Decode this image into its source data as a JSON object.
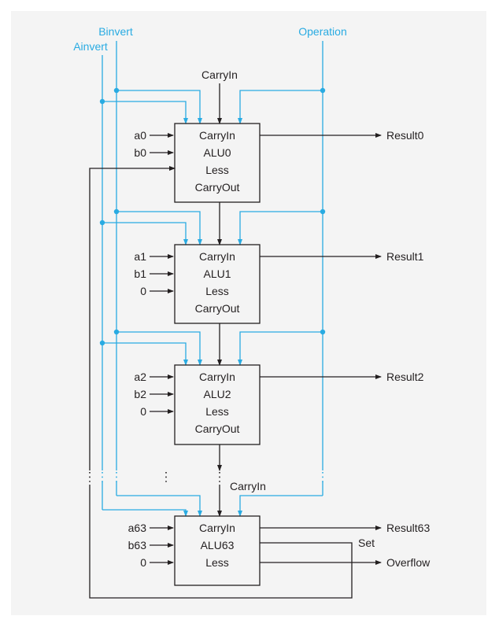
{
  "control_labels": {
    "binvert": "Binvert",
    "ainvert": "Ainvert",
    "operation": "Operation"
  },
  "carry_in_top": "CarryIn",
  "carry_in_mid": "CarryIn",
  "alus": [
    {
      "name": "ALU0",
      "ports": [
        "CarryIn",
        "ALU0",
        "Less",
        "CarryOut"
      ],
      "inputs": [
        "a0",
        "b0"
      ],
      "less_input": "",
      "result": "Result0"
    },
    {
      "name": "ALU1",
      "ports": [
        "CarryIn",
        "ALU1",
        "Less",
        "CarryOut"
      ],
      "inputs": [
        "a1",
        "b1"
      ],
      "less_input": "0",
      "result": "Result1"
    },
    {
      "name": "ALU2",
      "ports": [
        "CarryIn",
        "ALU2",
        "Less",
        "CarryOut"
      ],
      "inputs": [
        "a2",
        "b2"
      ],
      "less_input": "0",
      "result": "Result2"
    },
    {
      "name": "ALU63",
      "ports": [
        "CarryIn",
        "ALU63",
        "Less"
      ],
      "inputs": [
        "a63",
        "b63"
      ],
      "less_input": "0",
      "result": "Result63"
    }
  ],
  "set_label": "Set",
  "overflow_label": "Overflow",
  "colors": {
    "control": "#29abe2",
    "line": "#231f20",
    "background": "#f4f4f4"
  }
}
